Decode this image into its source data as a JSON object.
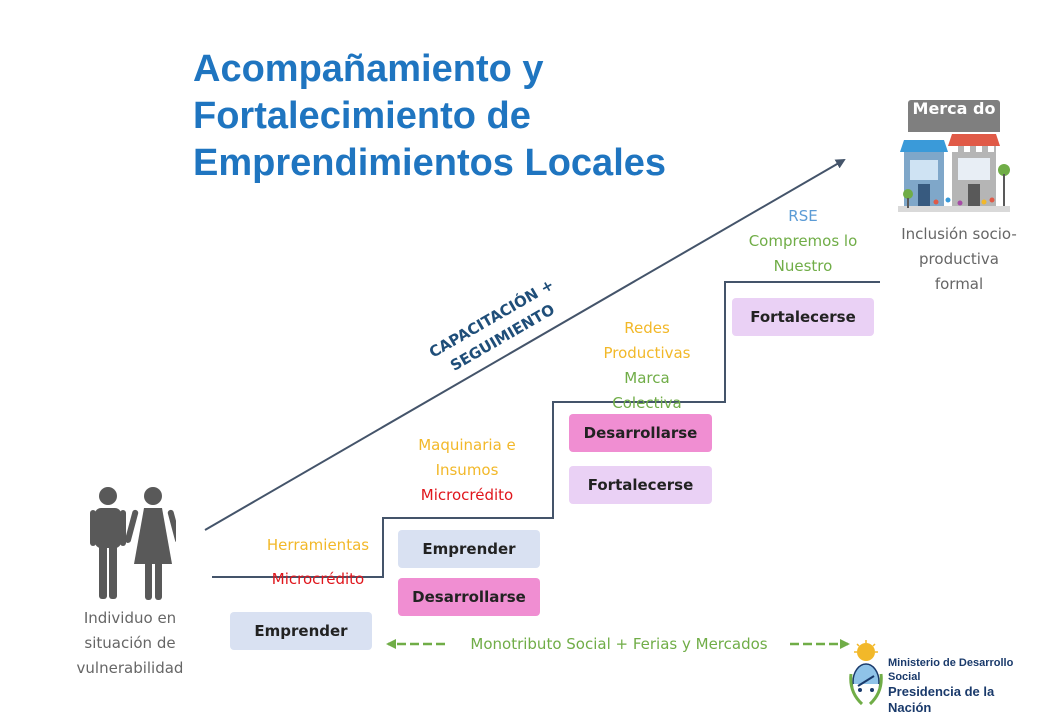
{
  "title": [
    "Acompañamiento y",
    "Fortalecimiento de",
    "Emprendimientos Locales"
  ],
  "diagonal_label": [
    "CAPACITACIÓN +",
    "SEGUIMIENTO"
  ],
  "start_label": [
    "Individuo en",
    "situación de",
    "vulnerabilidad"
  ],
  "end_label": [
    "Inclusión socio-",
    "productiva",
    "formal"
  ],
  "market_tag": "Merca do",
  "steps": [
    {
      "boxes": [
        "Emprender"
      ],
      "labels": [
        {
          "text": "Herramientas",
          "color": "#f2b829"
        },
        {
          "text": "Microcrédito",
          "color": "#e0161c"
        }
      ]
    },
    {
      "boxes": [
        "Emprender",
        "Desarrollarse"
      ],
      "labels": [
        {
          "text": "Maquinaria e",
          "color": "#f2b829"
        },
        {
          "text": "Insumos",
          "color": "#f2b829"
        },
        {
          "text": "Microcrédito",
          "color": "#e0161c"
        }
      ]
    },
    {
      "boxes": [
        "Desarrollarse",
        "Fortalecerse"
      ],
      "labels": [
        {
          "text": "Redes",
          "color": "#f2b829"
        },
        {
          "text": "Productivas",
          "color": "#f2b829"
        },
        {
          "text": "Marca",
          "color": "#70ad47"
        },
        {
          "text": "Colectiva",
          "color": "#70ad47"
        }
      ]
    },
    {
      "boxes": [
        "Fortalecerse"
      ],
      "labels": [
        {
          "text": "RSE",
          "color": "#5b9bd5"
        },
        {
          "text": "Compremos lo",
          "color": "#70ad47"
        },
        {
          "text": "Nuestro",
          "color": "#70ad47"
        }
      ]
    }
  ],
  "bottom_bar": "Monotributo Social + Ferias y Mercados",
  "ministry": {
    "line1": "Ministerio de Desarrollo Social",
    "line2": "Presidencia de la Nación"
  },
  "colors": {
    "title": "#1f75c0",
    "emprender": "#d9e1f2",
    "desarrollarse": "#f08ed2",
    "fortalecerse": "#ead1f5",
    "diagonal_arrow": "#44546a",
    "dashed_arrow": "#70ad47"
  }
}
